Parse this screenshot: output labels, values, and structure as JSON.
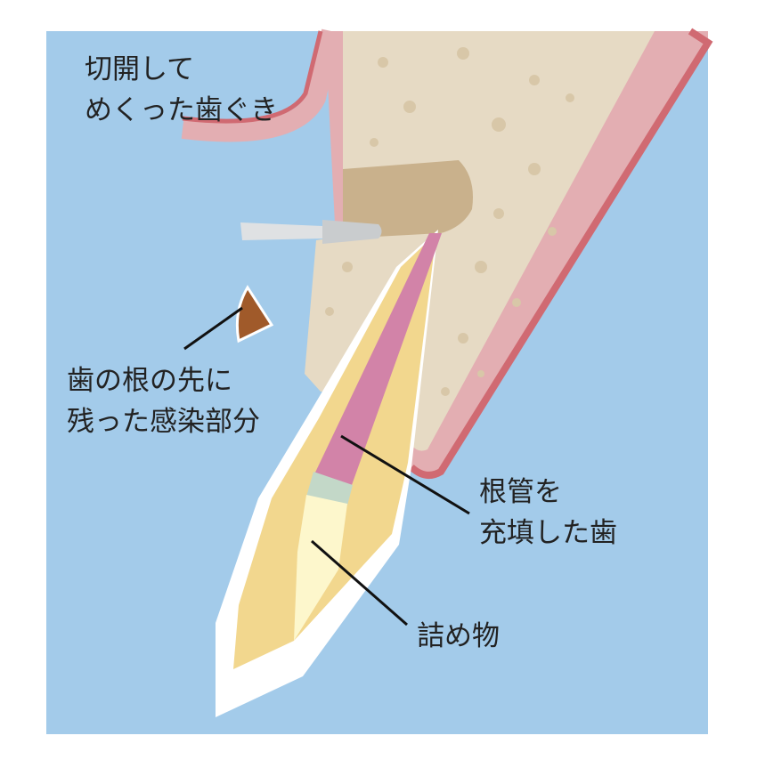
{
  "labels": {
    "gum": [
      "切開して",
      "めくった歯ぐき"
    ],
    "infection": [
      "歯の根の先に",
      "残った感染部分"
    ],
    "filled_tooth": [
      "根管を",
      "充填した歯"
    ],
    "filling": [
      "詰め物"
    ]
  },
  "colors": {
    "background": "#a3cbea",
    "bone": "#e6dac4",
    "gum": "#e3aeb2",
    "gum_edge": "#d06a72",
    "dentin": "#f2d78e",
    "root_canal": "#d283a8",
    "filling": "#fdf7cc",
    "seal": "#c3d8c8",
    "drill": "#d4d6d8",
    "infection": "#a05a2a"
  }
}
